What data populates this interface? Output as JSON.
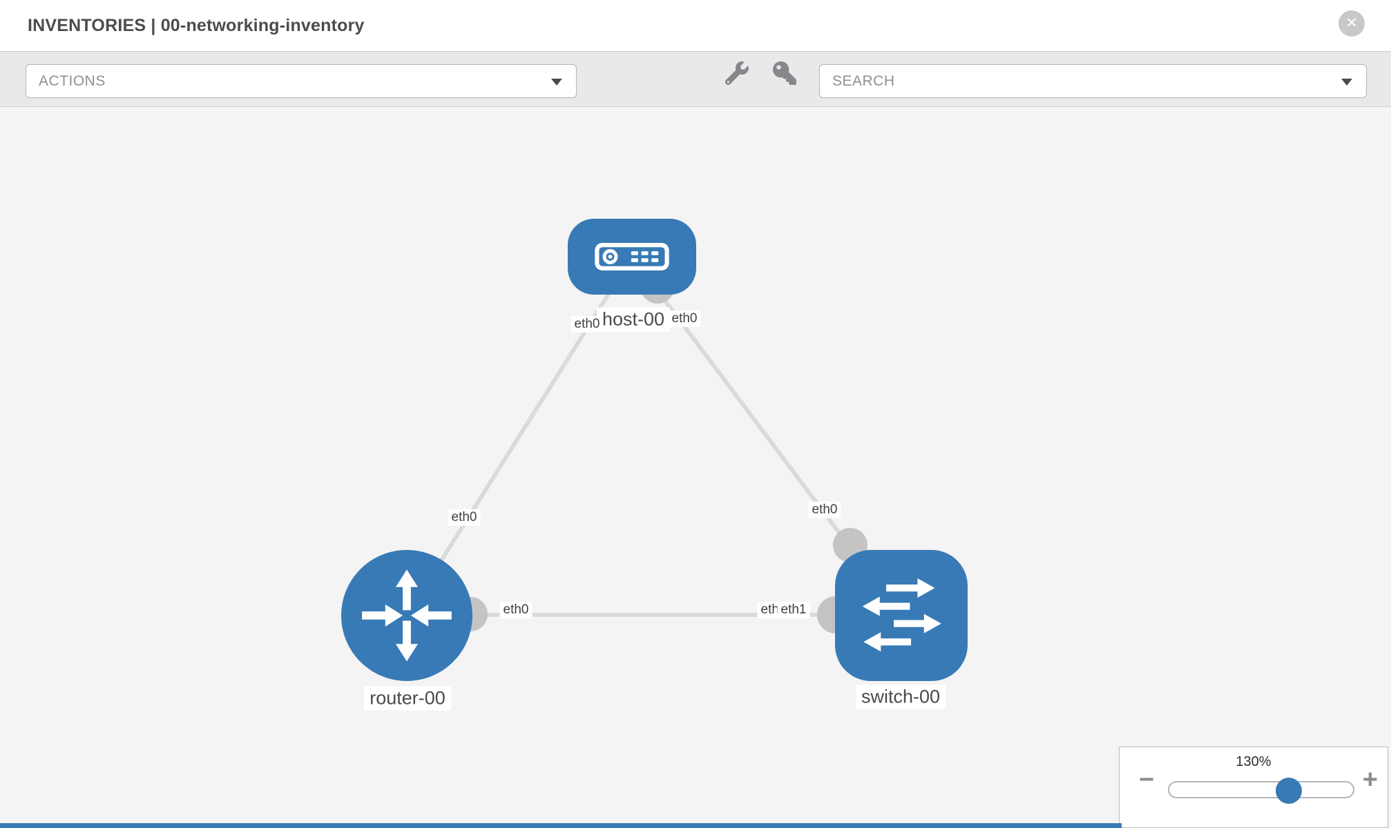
{
  "header": {
    "title": "INVENTORIES | 00-networking-inventory",
    "close_icon": "✕"
  },
  "toolbar": {
    "actions_label": "ACTIONS",
    "search_placeholder": "SEARCH",
    "icons": [
      "wrench-icon",
      "key-icon"
    ]
  },
  "topology": {
    "nodes": [
      {
        "label": "host-00",
        "type": "host"
      },
      {
        "label": "router-00",
        "type": "router"
      },
      {
        "label": "switch-00",
        "type": "switch"
      }
    ],
    "links": [
      {
        "source": "host-00",
        "target": "router-00",
        "source_interface": "eth0",
        "target_interface": "eth0"
      },
      {
        "source": "host-00",
        "target": "switch-00",
        "source_interface": "eth0",
        "target_interface": "eth1"
      },
      {
        "source": "router-00",
        "target": "switch-00",
        "source_interface": "eth0",
        "target_interface": "eth1"
      }
    ],
    "interface_labels": [
      "eth0",
      "eth0",
      "eth0",
      "eth0",
      "eth0",
      "eth0",
      "eth1"
    ]
  },
  "zoom_control": {
    "value": "130%",
    "minus": "−",
    "plus": "+"
  },
  "colors": {
    "node_blue": "#387ab5",
    "edge_gray": "#dadada",
    "port_gray": "#c4c4c4",
    "canvas_bg": "#f4f4f4"
  }
}
